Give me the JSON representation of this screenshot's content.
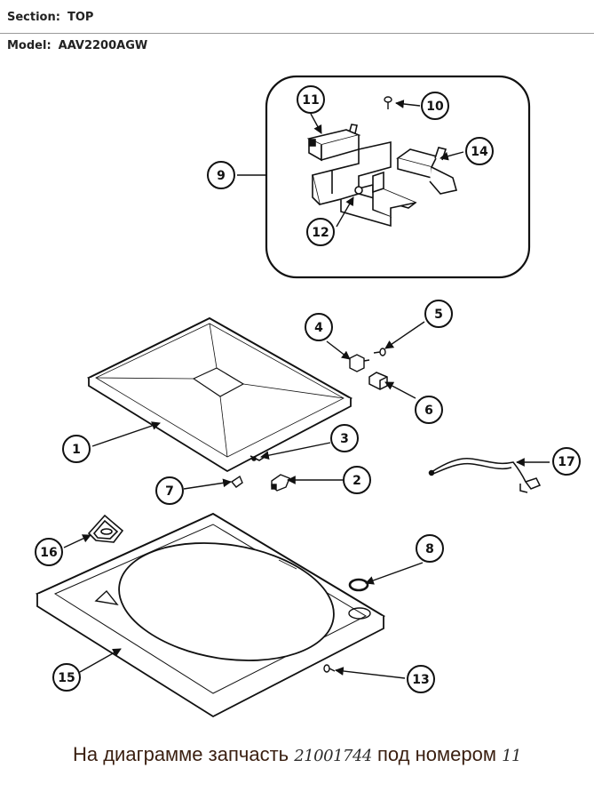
{
  "header": {
    "section_label": "Section:",
    "section_value": "TOP",
    "model_label": "Model:",
    "model_value": "AAV2200AGW"
  },
  "callouts": [
    "1",
    "2",
    "3",
    "4",
    "5",
    "6",
    "7",
    "8",
    "9",
    "10",
    "11",
    "12",
    "13",
    "14",
    "15",
    "16",
    "17"
  ],
  "caption": {
    "prefix": "На диаграмме запчасть",
    "part_number": "21001744",
    "middle": "под номером",
    "item_number": "11"
  }
}
